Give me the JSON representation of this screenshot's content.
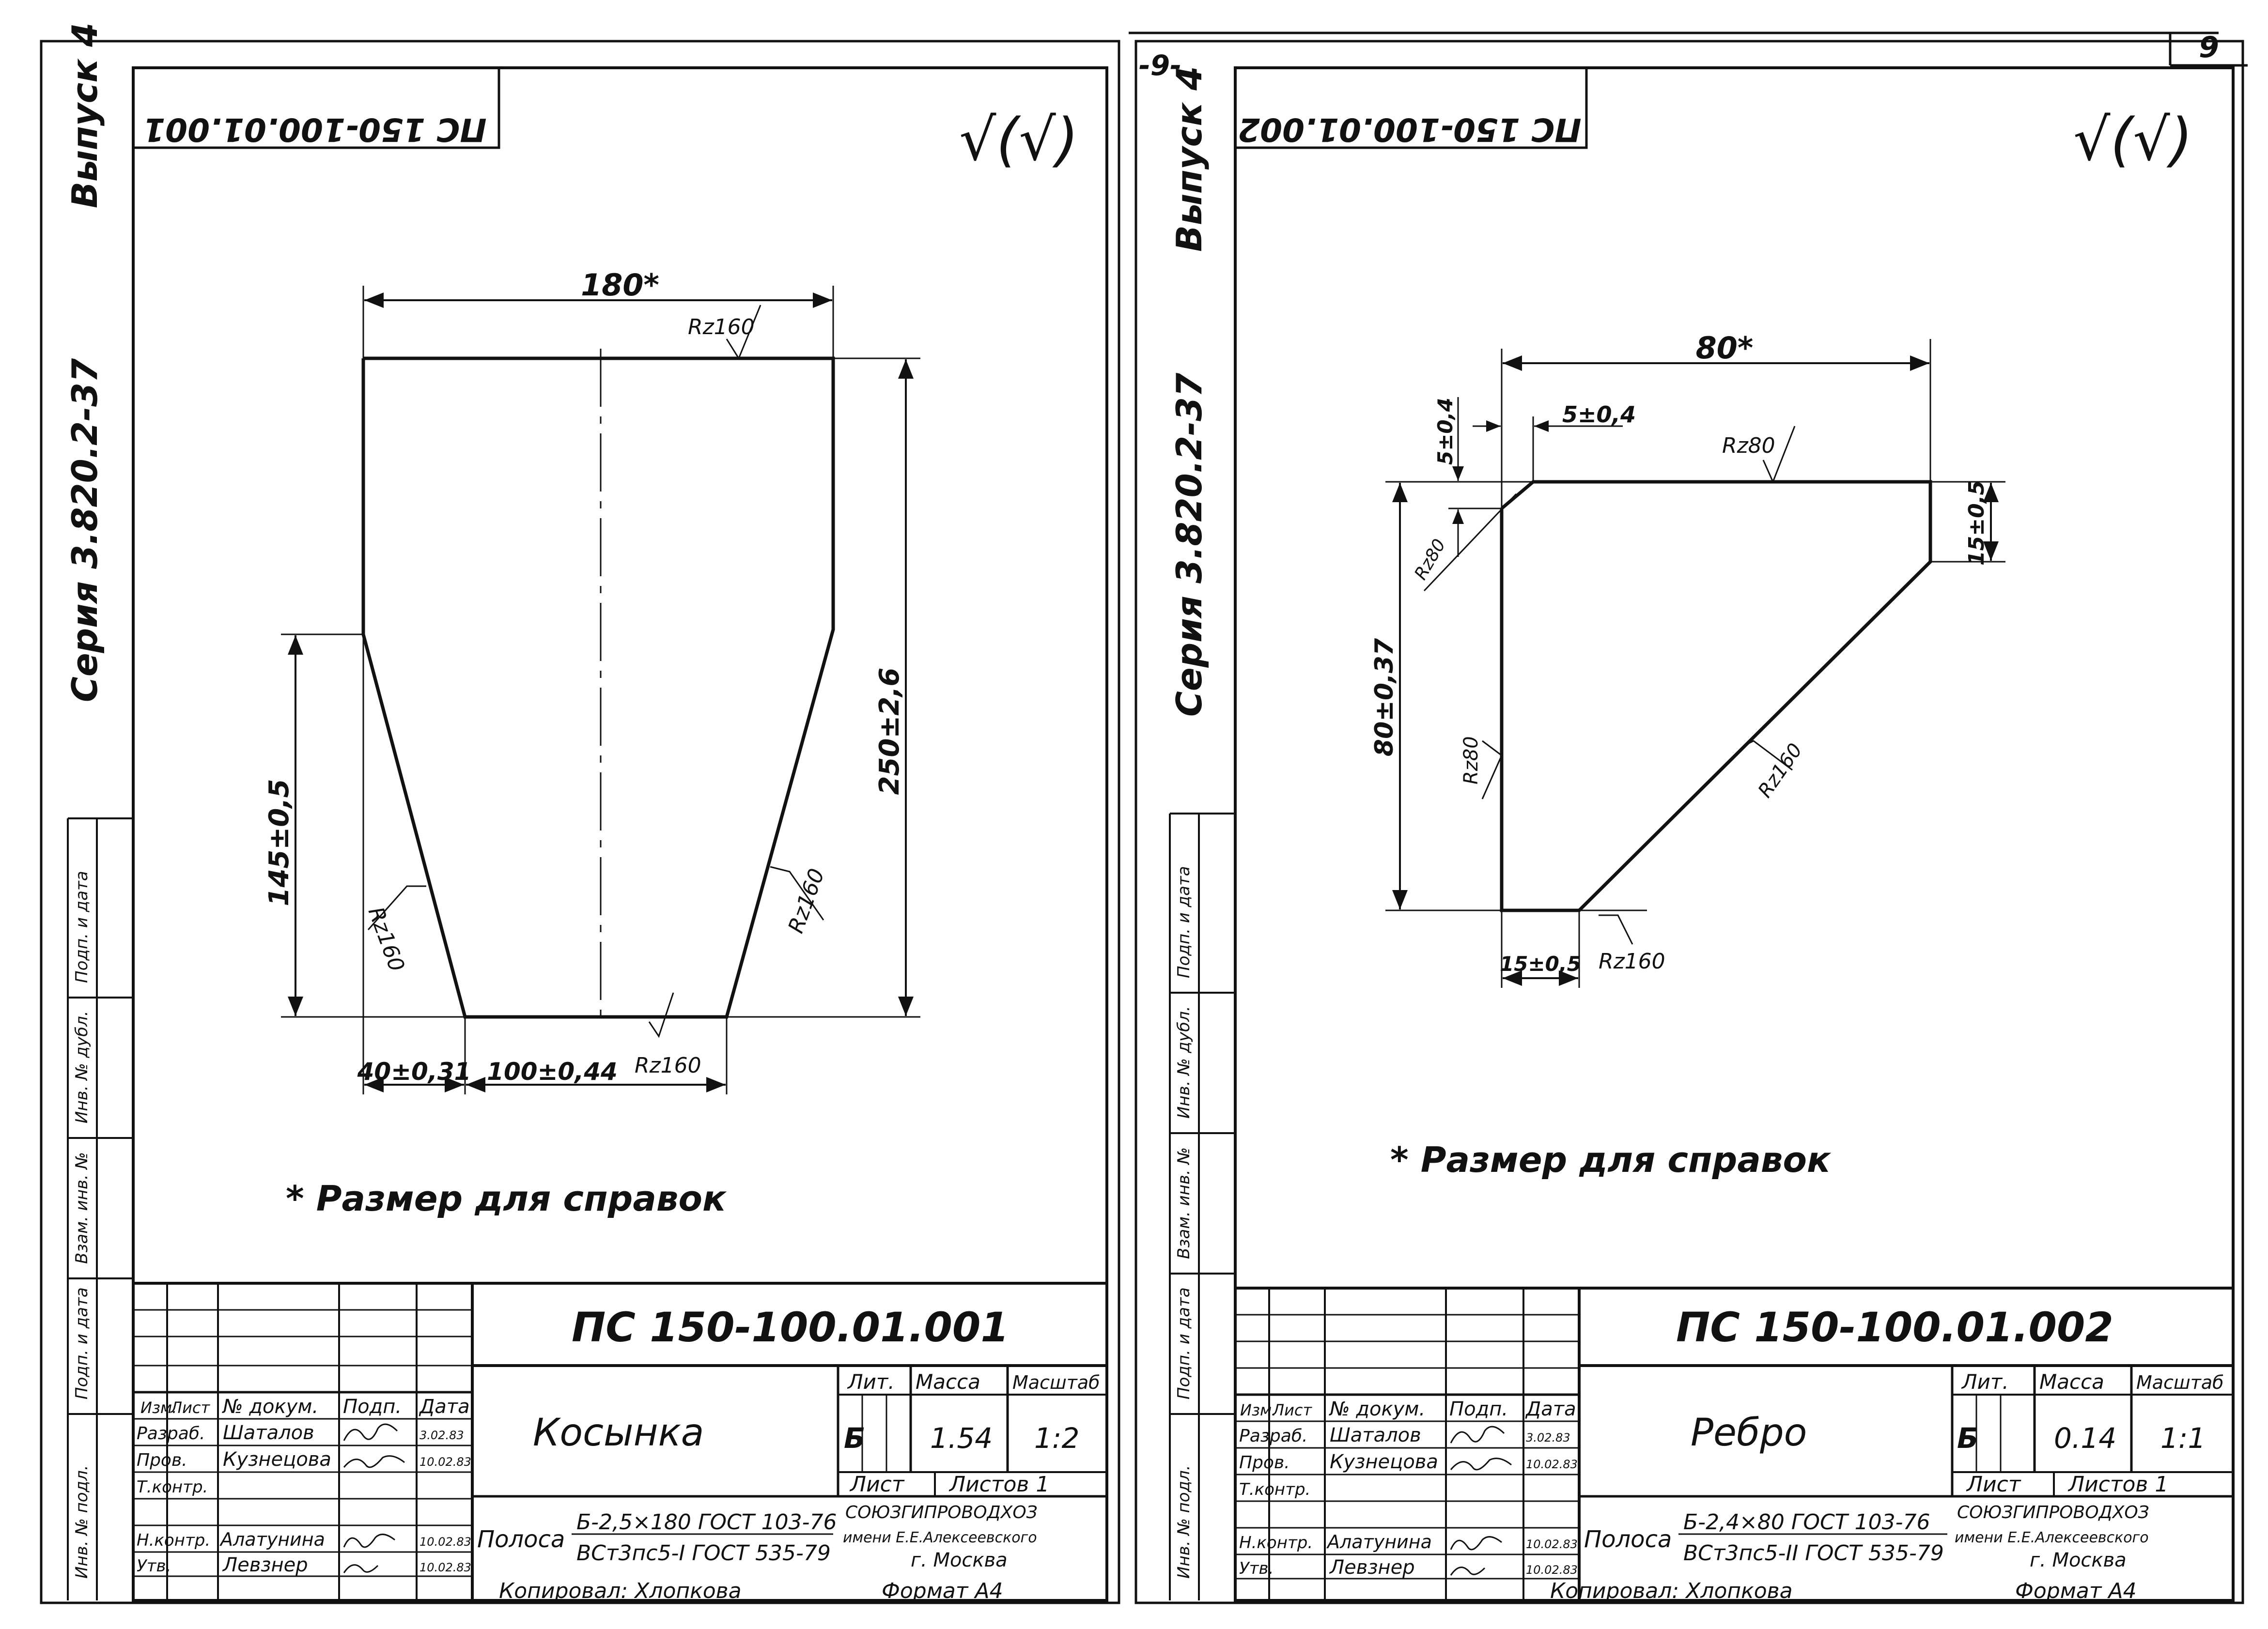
{
  "page_number": "9",
  "page_mark": "-9-",
  "sheets": [
    {
      "stamp_code_mirrored": "ПС 150-100.01.001",
      "side_series": "Серия 3.820.2-37",
      "side_issue": "Выпуск 4",
      "roughness": "√(√)",
      "dims": {
        "width_top": "180*",
        "height_right": "250±2,6",
        "height_left": "145±0,5",
        "bottom_left": "40±0,31",
        "bottom_mid": "100±0,44",
        "rz_top": "Rz160",
        "rz_left": "Rz160",
        "rz_right": "Rz160",
        "rz_bottom": "Rz160"
      },
      "note": "* Размер для справок",
      "title_block": {
        "doc_code": "ПС 150-100.01.001",
        "part_name": "Косынка",
        "header_izm": "Изм.",
        "header_list": "Лист",
        "header_doc": "№ докум.",
        "header_sign": "Подп.",
        "header_date": "Дата",
        "role_1": "Разраб.",
        "name_1": "Шаталов",
        "date_1": "3.02.83",
        "role_2": "Пров.",
        "name_2": "Кузнецова",
        "date_2": "10.02.83",
        "role_3": "Т.контр.",
        "role_4": "Н.контр.",
        "name_4": "Алатунина",
        "date_4": "10.02.83",
        "role_5": "Утв.",
        "name_5": "Левзнер",
        "date_5": "10.02.83",
        "col_lit": "Лит.",
        "col_mass": "Масса",
        "col_scale": "Масштаб",
        "lit": "Б",
        "mass": "1.54",
        "scale": "1:2",
        "sheet_label": "Лист",
        "sheets_label": "Листов 1",
        "material_label": "Полоса",
        "material_top": "Б-2,5×180 ГОСТ 103-76",
        "material_bottom": "ВСт3пс5-I ГОСТ 535-79",
        "org_1": "СОЮЗГИПРОВОДХОЗ",
        "org_2": "имени Е.Е.Алексеевского",
        "org_3": "г. Москва",
        "copied": "Копировал: Хлопкова",
        "format": "Формат А4"
      },
      "side_stamp": [
        "Инв. № подл.",
        "Подп. и дата",
        "Взам. инв. №",
        "Инв. № дубл.",
        "Подп. и дата"
      ]
    },
    {
      "stamp_code_mirrored": "ПС 150-100.01.002",
      "side_series": "Серия 3.820.2-37",
      "side_issue": "Выпуск 4",
      "roughness": "√(√)",
      "dims": {
        "width_top": "80*",
        "chamfer_v": "5±0,4",
        "chamfer_h": "5±0,4",
        "height_left": "80±0,37",
        "height_right": "15±0,5",
        "bottom_left": "15±0,5",
        "rz_top": "Rz80",
        "rz_left": "Rz80",
        "rz_chamfer": "Rz80",
        "rz_diag": "Rz160",
        "rz_bottom": "Rz160"
      },
      "note": "* Размер для справок",
      "title_block": {
        "doc_code": "ПС 150-100.01.002",
        "part_name": "Ребро",
        "header_izm": "Изм.",
        "header_list": "Лист",
        "header_doc": "№ докум.",
        "header_sign": "Подп.",
        "header_date": "Дата",
        "role_1": "Разраб.",
        "name_1": "Шаталов",
        "date_1": "3.02.83",
        "role_2": "Пров.",
        "name_2": "Кузнецова",
        "date_2": "10.02.83",
        "role_3": "Т.контр.",
        "role_4": "Н.контр.",
        "name_4": "Алатунина",
        "date_4": "10.02.83",
        "role_5": "Утв.",
        "name_5": "Левзнер",
        "date_5": "10.02.83",
        "col_lit": "Лит.",
        "col_mass": "Масса",
        "col_scale": "Масштаб",
        "lit": "Б",
        "mass": "0.14",
        "scale": "1:1",
        "sheet_label": "Лист",
        "sheets_label": "Листов 1",
        "material_label": "Полоса",
        "material_top": "Б-2,4×80 ГОСТ 103-76",
        "material_bottom": "ВСт3пс5-II ГОСТ 535-79",
        "org_1": "СОЮЗГИПРОВОДХОЗ",
        "org_2": "имени Е.Е.Алексеевского",
        "org_3": "г. Москва",
        "copied": "Копировал: Хлопкова",
        "format": "Формат А4"
      },
      "side_stamp": [
        "Инв. № подл.",
        "Подп. и дата",
        "Взам. инв. №",
        "Инв. № дубл.",
        "Подп. и дата"
      ]
    }
  ]
}
